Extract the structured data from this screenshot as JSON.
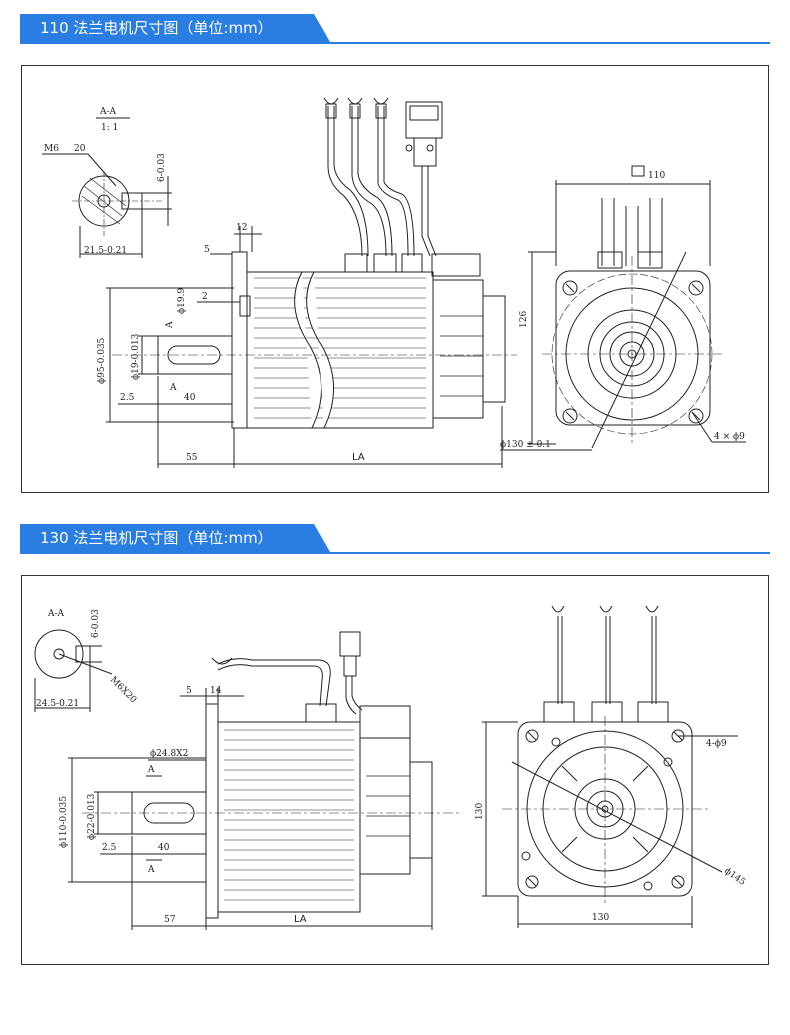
{
  "colors": {
    "accent": "#2a7de1",
    "line": "#222222"
  },
  "section1": {
    "title": "110 法兰电机尺寸图（单位:mm）",
    "labels": {
      "section_name": "A-A",
      "scale": "1: 1",
      "thread": "M6",
      "thread_depth": "20",
      "key_width": "6-0.03",
      "shaft_height": "21.5-0.21",
      "d12": "12",
      "d5": "5",
      "d2": "2",
      "d199": "ϕ19.9",
      "d95": "ϕ95-0.035",
      "d19": "ϕ19-0.013",
      "d25": "2.5",
      "d40": "40",
      "d55": "55",
      "la": "LA",
      "a_top": "A",
      "a_bot": "A",
      "sq": "110",
      "d126": "126",
      "d130": "ϕ130 ± 0.1",
      "holes": "4 × ϕ9"
    }
  },
  "section2": {
    "title": "130 法兰电机尺寸图（单位:mm）",
    "labels": {
      "section_name": "A-A",
      "key_width": "6-0.03",
      "thread": "M6X20",
      "shaft_height": "24.5-0.21",
      "d5": "5",
      "d14": "14",
      "d248": "ϕ24.8X2",
      "d110": "ϕ110-0.035",
      "d22": "ϕ22-0.013",
      "d25": "2.5",
      "d40": "40",
      "d57": "57",
      "la": "LA",
      "a_top": "A",
      "a_bot": "A",
      "holes": "4-ϕ9",
      "d130v": "130",
      "d145": "ϕ145",
      "d130h": "130"
    }
  }
}
